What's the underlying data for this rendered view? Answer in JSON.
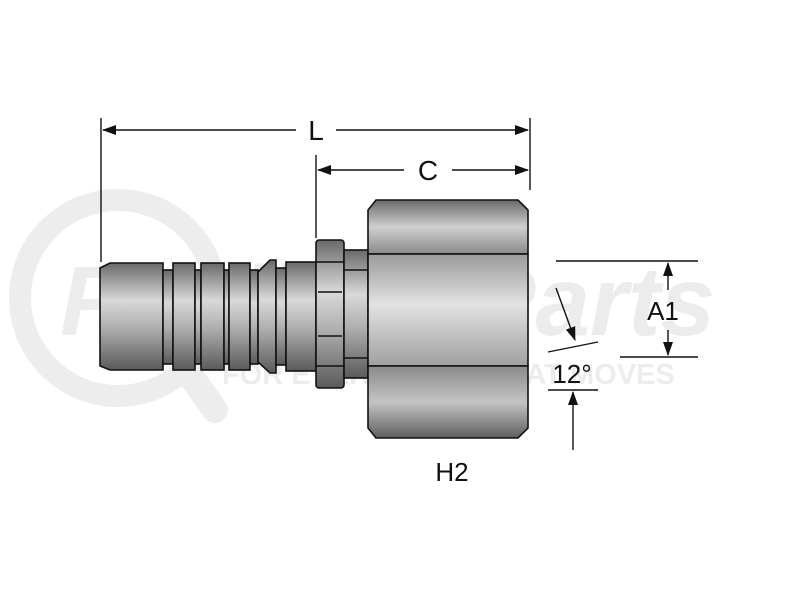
{
  "labels": {
    "length": "L",
    "cutoff": "C",
    "thread_dim": "A1",
    "angle": "12°",
    "hex": "H2"
  },
  "watermark": {
    "brand_part1": "Finditt",
    "brand_part2": "Parts",
    "tagline": "FOR EVERYTHING THAT MOVES"
  },
  "colors": {
    "line": "#111111",
    "metal_dark": "#5e5e5e",
    "metal_light": "#d8d8d8",
    "watermark": "#ececec",
    "watermark_accent": "#f5dede"
  }
}
